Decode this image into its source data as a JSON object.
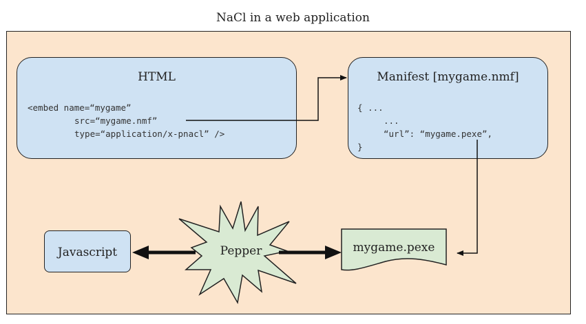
{
  "title": "NaCl in a web application",
  "html_box": {
    "title": "HTML",
    "code": [
      "<embed name=“mygame”",
      "src=“mygame.nmf”",
      "type=“application/x-pnacl” />"
    ]
  },
  "manifest_box": {
    "title": "Manifest [mygame.nmf]",
    "code": [
      "{ ...",
      "...",
      "“url”: “mygame.pexe”,",
      "}"
    ]
  },
  "javascript_box": {
    "label": "Javascript"
  },
  "pepper": {
    "label": "Pepper"
  },
  "pexe_doc": {
    "label": "mygame.pexe"
  },
  "colors": {
    "frame_fill": "#fce5cd",
    "box_fill": "#cfe2f3",
    "pepper_fill": "#d9ead3",
    "doc_fill": "#d9ead3",
    "stroke": "#222222"
  }
}
